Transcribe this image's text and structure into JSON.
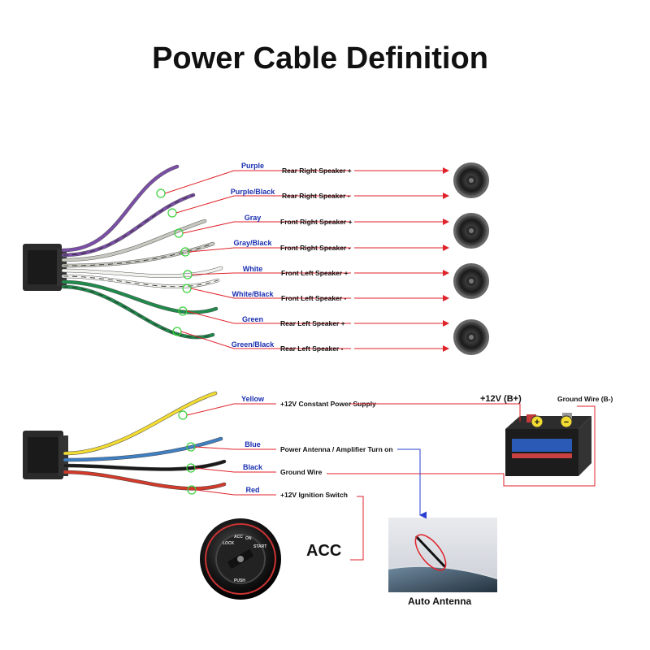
{
  "title": "Power Cable Definition",
  "speaker_wires": [
    {
      "color_name": "Purple",
      "function": "Rear Right Speaker +",
      "hex": "#7b4fa8",
      "stripe": ""
    },
    {
      "color_name": "Purple/Black",
      "function": "Rear Right Speaker -",
      "hex": "#7b4fa8",
      "stripe": "#222222"
    },
    {
      "color_name": "Gray",
      "function": "Front Right Speaker +",
      "hex": "#c8c8c0",
      "stripe": ""
    },
    {
      "color_name": "Gray/Black",
      "function": "Front Right Speaker -",
      "hex": "#c8c8c0",
      "stripe": "#222222"
    },
    {
      "color_name": "White",
      "function": "Front Left Speaker +",
      "hex": "#f2f2ee",
      "stripe": ""
    },
    {
      "color_name": "White/Black",
      "function": "Front Left Speaker -",
      "hex": "#f2f2ee",
      "stripe": "#222222"
    },
    {
      "color_name": "Green",
      "function": "Rear Left Speaker +",
      "hex": "#1f8a4c",
      "stripe": ""
    },
    {
      "color_name": "Green/Black",
      "function": "Rear Left Speaker -",
      "hex": "#1f8a4c",
      "stripe": "#222222"
    }
  ],
  "power_wires": [
    {
      "color_name": "Yellow",
      "function": "+12V Constant Power Supply",
      "hex": "#f2dc33"
    },
    {
      "color_name": "Blue",
      "function": "Power Antenna / Amplifier Turn on",
      "hex": "#3f7fc2"
    },
    {
      "color_name": "Black",
      "function": "Ground Wire",
      "hex": "#1a1a1a"
    },
    {
      "color_name": "Red",
      "function": "+12V  Ignition Switch",
      "hex": "#d23a2a"
    }
  ],
  "battery": {
    "positive_label": "+12V  (B+)",
    "ground_label": "Ground Wire (B-)"
  },
  "ignition": {
    "label": "ACC",
    "key_text": [
      "LOCK",
      "ACC",
      "ON",
      "START",
      "PUSH"
    ]
  },
  "antenna": {
    "caption": "Auto Antenna"
  },
  "colors": {
    "callout_line": "#e0222a",
    "callout_arrow": "#e0222a",
    "antenna_arrow": "#2a3fd0",
    "marker_circle": "#3ad13a",
    "wire_label": "#1a2fb0"
  },
  "icons": [
    "speaker-icon",
    "battery-icon",
    "ignition-switch-icon",
    "car-antenna-photo",
    "connector-icon"
  ]
}
